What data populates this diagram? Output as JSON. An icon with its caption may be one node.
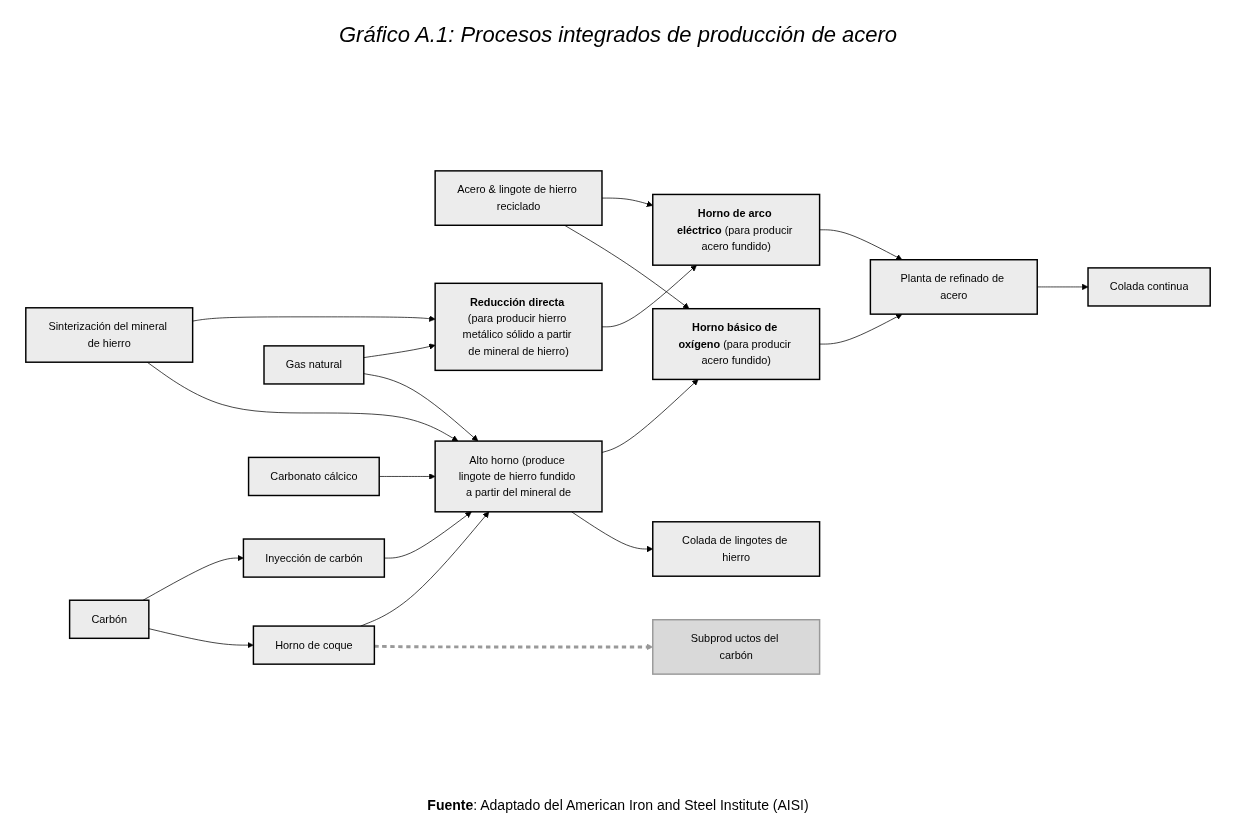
{
  "diagram": {
    "title": "Gráfico A.1: Procesos integrados de producción de acero",
    "caption": "**Fuente**: Adaptado del American Iron and Steel Institute (AISI)",
    "nodes": [
      {
        "text": [
          "Sinterización del mineral de hierro"
        ]
      },
      {
        "text": [
          "**Reducción directa** (para producir hierro metálico sólido a partir de mineral de hierro)"
        ]
      },
      {
        "text": [
          "**Horno de arco eléctrico** (para producir acero fundido)"
        ]
      },
      {
        "text": [
          "Planta de refinado de acero"
        ]
      },
      {
        "text": [
          "Colada continua"
        ]
      },
      {
        "text": [
          "Inyección de carbón"
        ]
      },
      {
        "text": [
          "Carbón"
        ]
      },
      {
        "text": [
          "Gas natural"
        ]
      },
      {
        "text": [
          "Acero & lingote de hierro reciclado"
        ]
      },
      {
        "text": [
          "**Horno básico de oxígeno** (para producir acero fundido)"
        ]
      },
      {
        "text": [
          "Horno de coque"
        ]
      },
      {
        "text": [
          "Subprod uctos del carbón"
        ]
      },
      {
        "text": [
          "Carbonato cálcico"
        ]
      },
      {
        "text": [
          "Alto horno (produce lingote de hierro fundido a partir del mineral de"
        ]
      },
      {
        "text": [
          "Colada de lingotes de hierro"
        ]
      }
    ],
    "edges": [
      {
        "from": 0,
        "to": 1,
        "arrow": "to"
      },
      {
        "from": 0,
        "to": 13,
        "arrow": "to"
      },
      {
        "from": 1,
        "to": 2,
        "arrow": "to"
      },
      {
        "from": 2,
        "to": 3,
        "arrow": "to"
      },
      {
        "from": 3,
        "to": 4,
        "arrow": "to"
      },
      {
        "from": 5,
        "to": 13,
        "arrow": "to"
      },
      {
        "from": 6,
        "to": 5,
        "arrow": "to"
      },
      {
        "from": 6,
        "to": 10,
        "arrow": "to"
      },
      {
        "from": 7,
        "to": 1,
        "arrow": "to"
      },
      {
        "from": 7,
        "to": 13,
        "arrow": "to"
      },
      {
        "from": 8,
        "to": 2,
        "arrow": "to"
      },
      {
        "from": 8,
        "to": 9,
        "arrow": "to"
      },
      {
        "from": 9,
        "to": 3,
        "arrow": "to"
      },
      {
        "from": 10,
        "to": 13,
        "arrow": "to"
      },
      {
        "from": 10,
        "to": 11,
        "arrow": "to",
        "style": "dashed",
        "color": "#999999"
      },
      {
        "from": 12,
        "to": 13,
        "arrow": "to"
      },
      {
        "from": 13,
        "to": 9,
        "arrow": "to"
      },
      {
        "from": 13,
        "to": 14,
        "arrow": "to"
      }
    ]
  }
}
